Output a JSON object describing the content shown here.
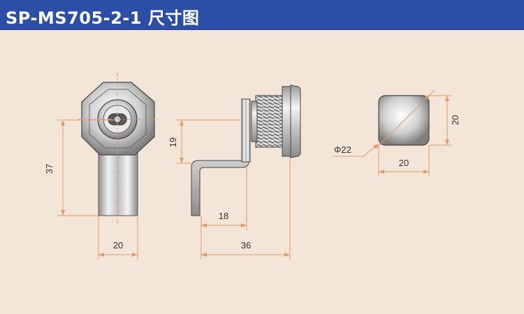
{
  "header": {
    "title": "SP-MS705-2-1  尺寸图",
    "background": "#2d4ea6"
  },
  "drawing": {
    "line_color": "#e09a6a",
    "background": "#f3e6d8",
    "front_view": {
      "dim_height": "37",
      "dim_width": "20"
    },
    "side_view": {
      "dim_offset": "19",
      "dim_arm": "18",
      "dim_total": "36"
    },
    "end_view": {
      "dim_diameter": "Φ22",
      "dim_width": "20",
      "dim_height": "20"
    }
  }
}
